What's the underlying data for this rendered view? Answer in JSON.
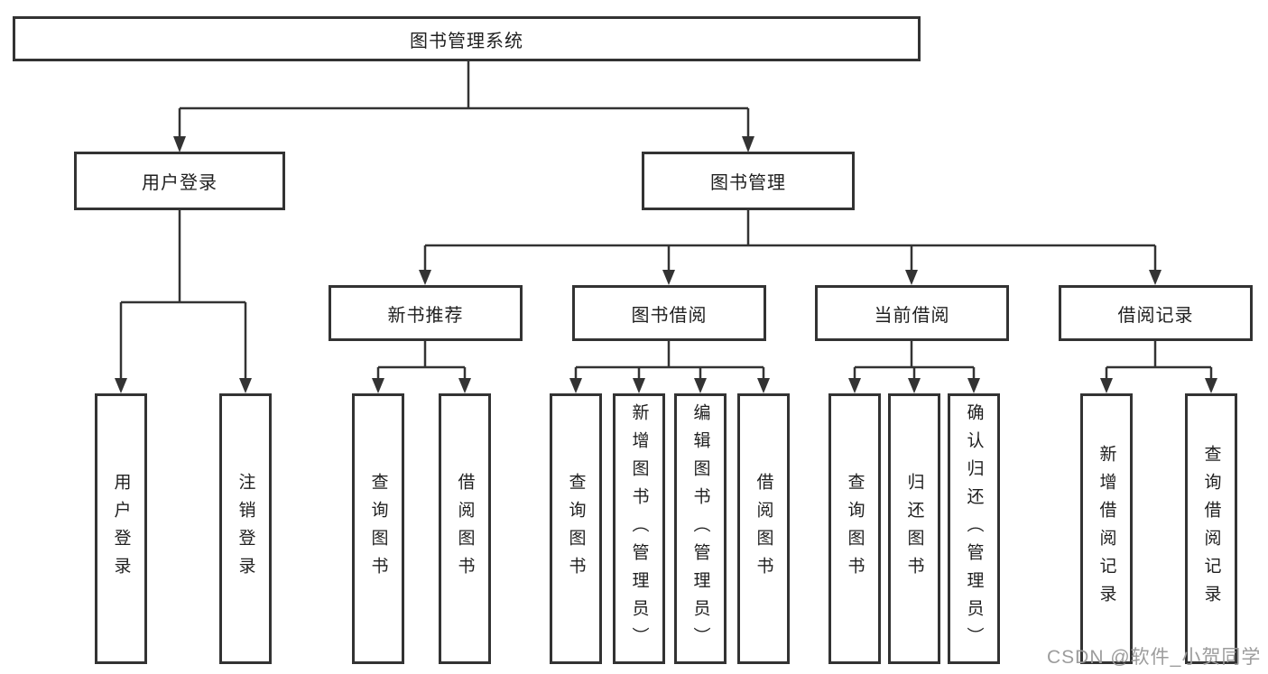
{
  "diagram": {
    "title_node": {
      "label": "图书管理系统"
    },
    "level2": [
      {
        "label": "用户登录"
      },
      {
        "label": "图书管理"
      }
    ],
    "level3": [
      {
        "label": "新书推荐"
      },
      {
        "label": "图书借阅"
      },
      {
        "label": "当前借阅"
      },
      {
        "label": "借阅记录"
      }
    ],
    "leaves": [
      {
        "label": "用户登录"
      },
      {
        "label": "注销登录"
      },
      {
        "label": "查询图书"
      },
      {
        "label": "借阅图书"
      },
      {
        "label": "查询图书"
      },
      {
        "label": "新增图书（管理员）"
      },
      {
        "label": "编辑图书（管理员）"
      },
      {
        "label": "借阅图书"
      },
      {
        "label": "查询图书"
      },
      {
        "label": "归还图书"
      },
      {
        "label": "确认归还（管理员）"
      },
      {
        "label": "新增借阅记录"
      },
      {
        "label": "查询借阅记录"
      }
    ]
  },
  "watermark": {
    "text": "CSDN @软件_小贺同学"
  },
  "colors": {
    "line": "#333333",
    "border": "#333333",
    "text": "#1f1f1f",
    "background": "#ffffff",
    "watermark": "#9c9c9c"
  }
}
